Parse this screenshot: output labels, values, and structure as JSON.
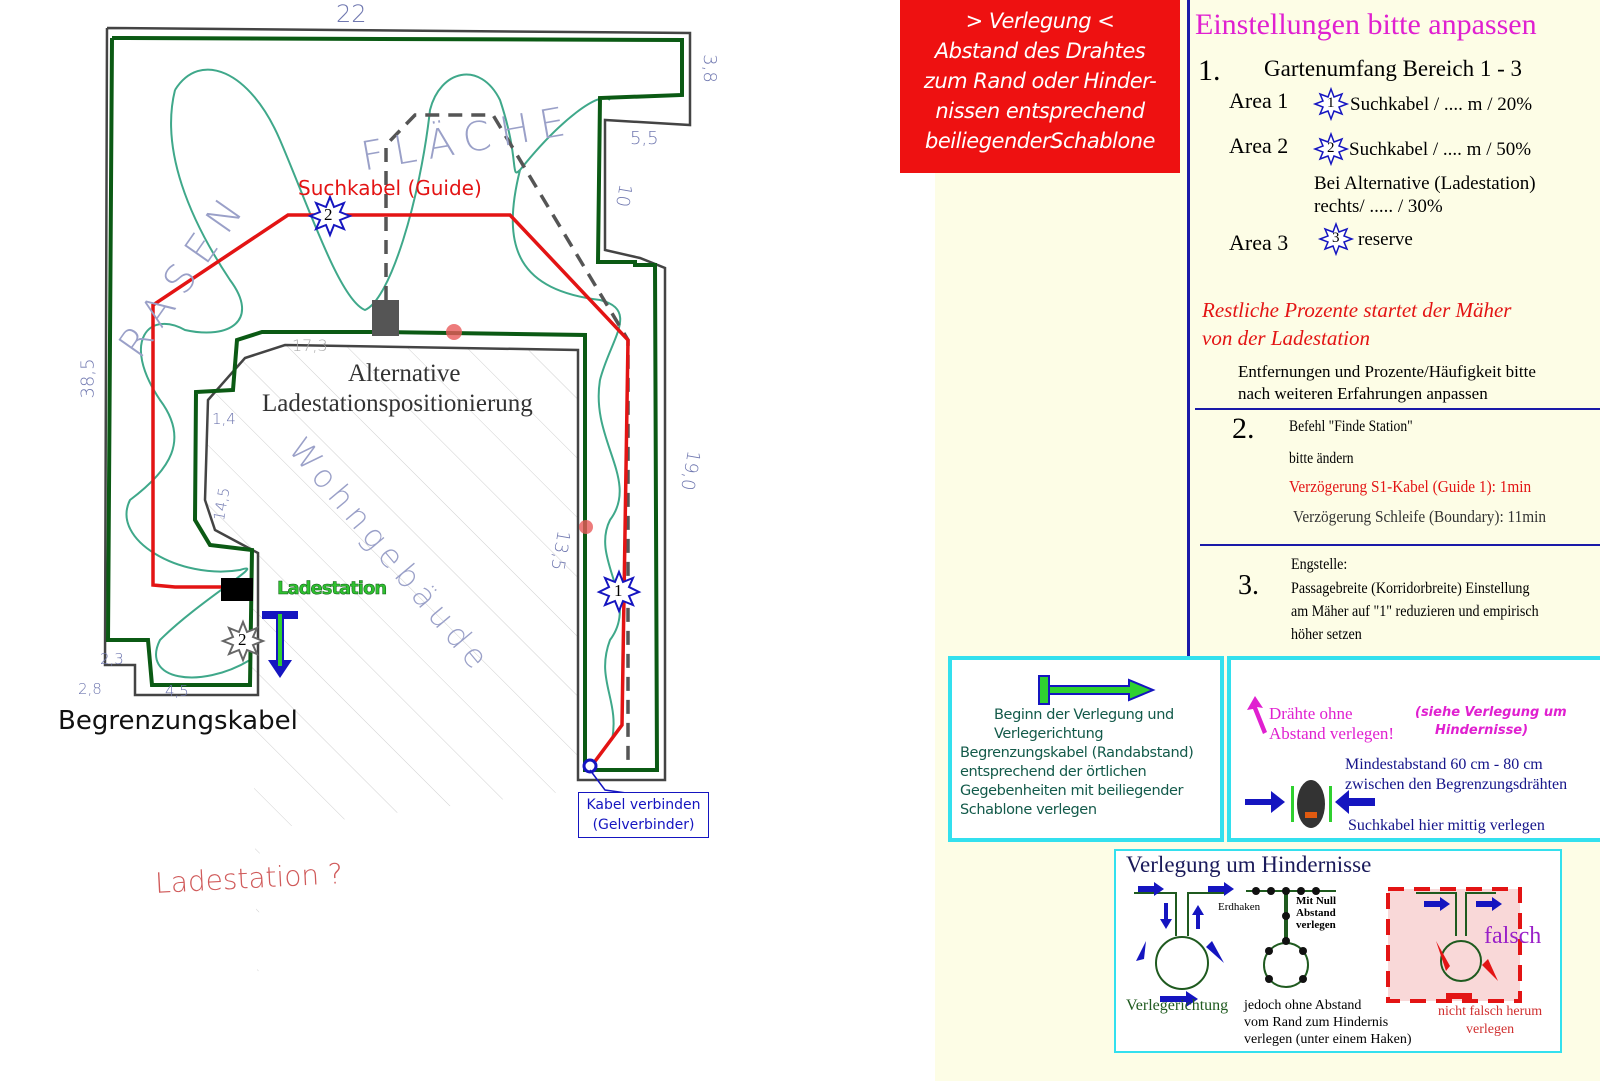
{
  "map": {
    "dimensions": {
      "top": "22",
      "top_right": "3,8",
      "notch": "5,5",
      "right_upper": "10",
      "right": "19,0",
      "inner_right": "13,5",
      "left": "38,5",
      "inner_top": "17,3",
      "inner_left_a": "1,4",
      "inner_left_b": "14,5",
      "bottom_left_a": "2,3",
      "bottom_left_b": "2,8",
      "bottom": "4,5"
    },
    "area_words": {
      "lawn": "RASENFLÄCHE",
      "lawn_a": "RASEN",
      "lawn_b": "FLÄCHE",
      "building": "Wohngebäude"
    },
    "guide_label": "Suchkabel (Guide)",
    "alt_station_label_1": "Alternative",
    "alt_station_label_2": "Ladestationspositionierung",
    "station_label": "Ladestation",
    "boundary_label": "Begrenzungskabel",
    "connect_label_1": "Kabel verbinden",
    "connect_label_2": "(Gelverbinder)",
    "handwritten_note": "Ladestation ?",
    "markers": {
      "guide2": "2",
      "guide1": "1",
      "station2": "2"
    }
  },
  "redbox": {
    "lines": [
      "> Verlegung <",
      "Abstand des Drahtes",
      "zum Rand oder Hinder-",
      "nissen entsprechend",
      "beiliegenderSchablone"
    ]
  },
  "settings": {
    "title": "Einstellungen bitte anpassen",
    "s1": {
      "num": "1.",
      "heading": "Gartenumfang Bereich 1 - 3",
      "areas": [
        {
          "label": "Area 1",
          "marker": "1",
          "text": "Suchkabel / .... m / 20%"
        },
        {
          "label": "Area 2",
          "marker": "2",
          "text": "Suchkabel / .... m / 50%"
        },
        {
          "label": "Area 3",
          "marker": "3",
          "text": "reserve"
        }
      ],
      "alt_1": "Bei Alternative (Ladestation)",
      "alt_2": "rechts/ ..... / 30%",
      "rest_1": "Restliche Prozente  startet der Mäher",
      "rest_2": "von der Ladestation",
      "note_1": "Entfernungen und Prozente/Häufigkeit bitte",
      "note_2": "nach weiteren Erfahrungen anpassen"
    },
    "s2": {
      "num": "2.",
      "l1": "Befehl \"Finde Station\"",
      "l2": "bitte ändern",
      "l3": "Verzögerung S1-Kabel (Guide 1): 1min",
      "l4": "Verzögerung Schleife (Boundary): 11min"
    },
    "s3": {
      "num": "3.",
      "l1": "Engstelle:",
      "l2": "Passagebreite (Korridorbreite) Einstellung",
      "l3": "am Mäher auf \"1\" reduzieren und empirisch",
      "l4": "höher setzen"
    }
  },
  "box_start": {
    "lines": [
      "Beginn der Verlegung und",
      "Verlegerichtung",
      "Begrenzungskabel (Randabstand)",
      "entsprechend der örtlichen",
      "Gegebenheiten mit beiliegender",
      "Schablone verlegen"
    ]
  },
  "box_corridor": {
    "warn_1": "Drähte ohne",
    "warn_2": "Abstand verlegen!",
    "see_1": "(siehe Verlegung um",
    "see_2": "Hindernisse)",
    "min_1": "Mindestabstand 60 cm - 80 cm",
    "min_2": "zwischen den Begrenzungsdrähten",
    "guide_mid": "Suchkabel hier mittig verlegen"
  },
  "box_obstacles": {
    "title": "Verlegung um Hindernisse",
    "direction": "Verlegerichtung",
    "erdhaken": "Erdhaken",
    "null_1": "Mit Null",
    "null_2": "Abstand",
    "null_3": "verlegen",
    "without_1": "jedoch ohne Abstand",
    "without_2": "vom Rand zum Hindernis",
    "without_3": "verlegen (unter einem Haken)",
    "wrong": "falsch",
    "wrong_1": "nicht falsch herum",
    "wrong_2": "verlegen"
  },
  "colors": {
    "boundary": "#0b5a14",
    "guide": "#e31414",
    "wander": "#3fa88a",
    "panel": "#fdfde6",
    "accent_blue": "#1a1aa8",
    "cyan": "#33e0ee",
    "magenta": "#e020d0"
  }
}
